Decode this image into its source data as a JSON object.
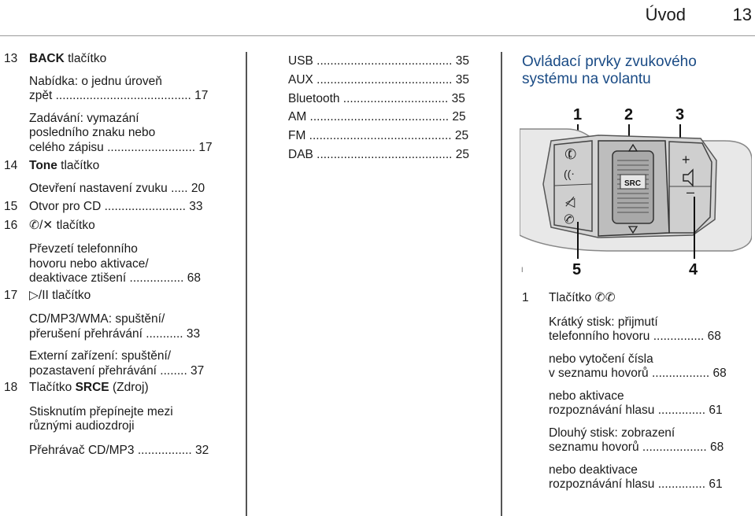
{
  "header": {
    "title": "Úvod",
    "page_number": "13"
  },
  "col1": {
    "item13": {
      "num": "13",
      "label_bold": "BACK",
      "label_rest": " tlačítko",
      "sub1_l1": "Nabídka: o jednu úroveň",
      "sub1_l2": "zpět ........................................ 17",
      "sub2_l1": "Zadávání: vymazání",
      "sub2_l2": "posledního znaku nebo",
      "sub2_l3": "celého zápisu .......................... 17"
    },
    "item14": {
      "num": "14",
      "label_bold": "Tone",
      "label_rest": " tlačítko",
      "sub1": "Otevření nastavení zvuku ..... 20"
    },
    "item15": {
      "num": "15",
      "label": "Otvor pro CD ........................ 33"
    },
    "item16": {
      "num": "16",
      "label_icon": "✆/✕",
      "label_rest": " tlačítko",
      "sub1_l1": "Převzetí telefonního",
      "sub1_l2": "hovoru nebo aktivace/",
      "sub1_l3": "deaktivace ztišení ................ 68"
    },
    "item17": {
      "num": "17",
      "label_icon": "▷/II",
      "label_rest": " tlačítko",
      "sub1_l1": "CD/MP3/WMA: spuštění/",
      "sub1_l2": "přerušení přehrávání ........... 33",
      "sub2_l1": "Externí zařízení: spuštění/",
      "sub2_l2": "pozastavení přehrávání ........ 37"
    },
    "item18": {
      "num": "18",
      "label_pre": "Tlačítko ",
      "label_bold": "SRCE",
      "label_rest": " (Zdroj)",
      "sub1_l1": "Stisknutím přepínejte mezi",
      "sub1_l2": "různými audiozdroji",
      "sub2": "Přehrávač CD/MP3 ................ 32"
    }
  },
  "col2": {
    "items": [
      "USB ........................................ 35",
      "AUX ........................................ 35",
      "Bluetooth ............................... 35",
      "AM ......................................... 25",
      "FM .......................................... 25",
      "DAB ........................................ 25"
    ]
  },
  "col3": {
    "title_l1": "Ovládací prvky zvukového",
    "title_l2": "systému na volantu",
    "figure": {
      "callouts_top": [
        "1",
        "2",
        "3"
      ],
      "callouts_bottom": [
        "5",
        "4"
      ],
      "wheel_label": "SRC",
      "plus": "+",
      "minus": "–",
      "figure_marker": "I"
    },
    "item1": {
      "num": "1",
      "label": "Tlačítko",
      "icon": "✆✆",
      "s1_l1": "Krátký stisk: přijmutí",
      "s1_l2": "telefonního hovoru ............... 68",
      "s2_l1": "nebo vytočení čísla",
      "s2_l2": "v seznamu hovorů ................. 68",
      "s3_l1": "nebo aktivace",
      "s3_l2": "rozpoznávání hlasu .............. 61",
      "s4_l1": "Dlouhý stisk: zobrazení",
      "s4_l2": "seznamu hovorů ................... 68",
      "s5_l1": "nebo deaktivace",
      "s5_l2": "rozpoznávání hlasu .............. 61"
    }
  }
}
